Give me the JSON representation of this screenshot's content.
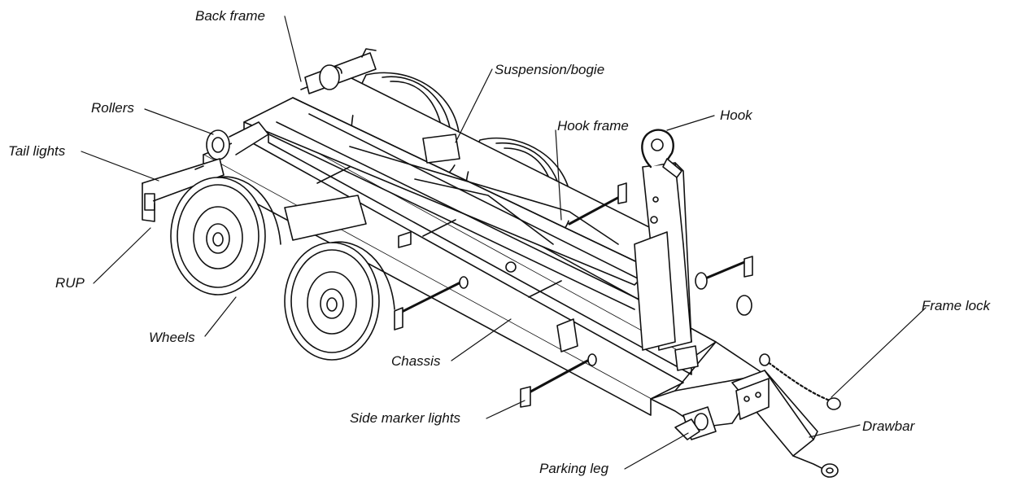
{
  "labels": {
    "back_frame": "Back frame",
    "suspension_bogie": "Suspension/bogie",
    "rollers": "Rollers",
    "hook": "Hook",
    "hook_frame": "Hook frame",
    "tail_lights": "Tail lights",
    "rup": "RUP",
    "wheels": "Wheels",
    "chassis": "Chassis",
    "frame_lock": "Frame lock",
    "side_marker_lights": "Side marker lights",
    "drawbar": "Drawbar",
    "parking_leg": "Parking leg"
  },
  "style": {
    "line_color": "#111111",
    "background": "#ffffff"
  }
}
